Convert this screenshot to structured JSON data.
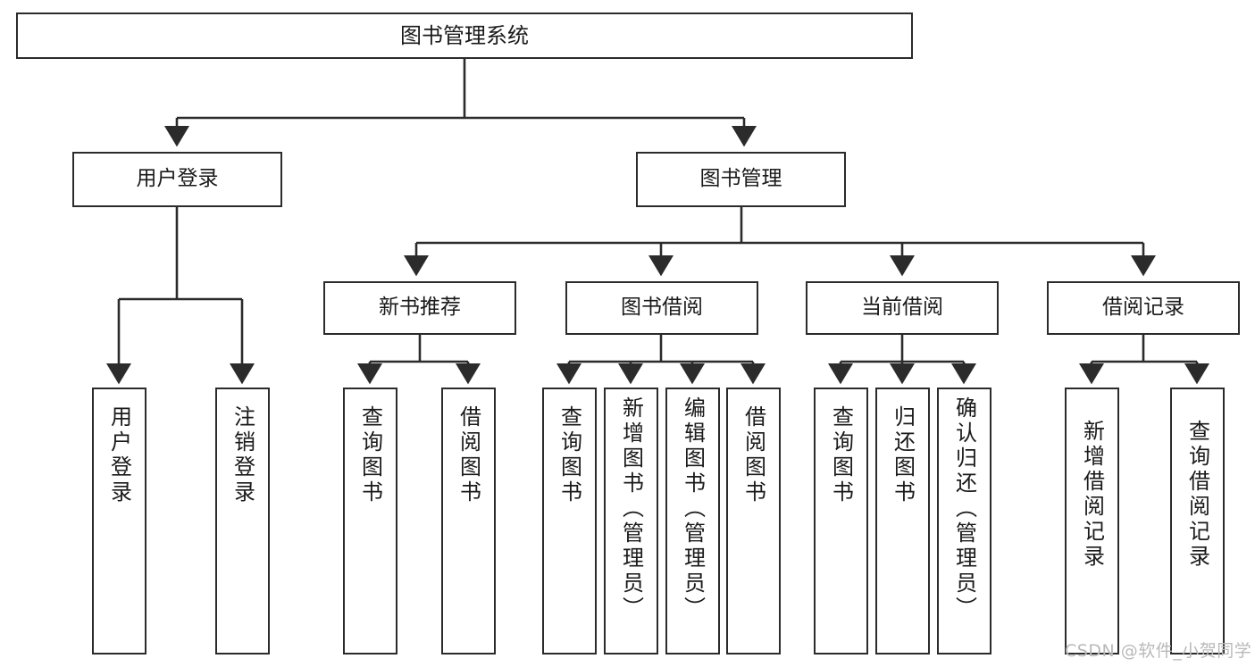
{
  "diagram": {
    "title": "图书管理系统",
    "type": "tree",
    "root": {
      "label": "图书管理系统"
    },
    "level2": [
      {
        "id": "user-login",
        "label": "用户登录"
      },
      {
        "id": "book-manage",
        "label": "图书管理"
      }
    ],
    "level3": [
      {
        "id": "new-book-recommend",
        "label": "新书推荐",
        "parent": "book-manage"
      },
      {
        "id": "book-borrow",
        "label": "图书借阅",
        "parent": "book-manage"
      },
      {
        "id": "current-borrow",
        "label": "当前借阅",
        "parent": "book-manage"
      },
      {
        "id": "borrow-record",
        "label": "借阅记录",
        "parent": "book-manage"
      }
    ],
    "leaves": [
      {
        "id": "leaf-user-login",
        "label": "用户登录",
        "parent": "user-login"
      },
      {
        "id": "leaf-user-logout",
        "label": "注销登录",
        "parent": "user-login"
      },
      {
        "id": "leaf-query-book-1",
        "label": "查询图书",
        "parent": "new-book-recommend"
      },
      {
        "id": "leaf-borrow-book-1",
        "label": "借阅图书",
        "parent": "new-book-recommend"
      },
      {
        "id": "leaf-query-book-2",
        "label": "查询图书",
        "parent": "book-borrow"
      },
      {
        "id": "leaf-add-book",
        "label": "新增图书（管理员）",
        "parent": "book-borrow"
      },
      {
        "id": "leaf-edit-book",
        "label": "编辑图书（管理员）",
        "parent": "book-borrow"
      },
      {
        "id": "leaf-borrow-book-2",
        "label": "借阅图书",
        "parent": "book-borrow"
      },
      {
        "id": "leaf-query-book-3",
        "label": "查询图书",
        "parent": "current-borrow"
      },
      {
        "id": "leaf-return-book",
        "label": "归还图书",
        "parent": "current-borrow"
      },
      {
        "id": "leaf-confirm-return",
        "label": "确认归还（管理员）",
        "parent": "current-borrow"
      },
      {
        "id": "leaf-add-record",
        "label": "新增借阅记录",
        "parent": "borrow-record"
      },
      {
        "id": "leaf-query-record",
        "label": "查询借阅记录",
        "parent": "borrow-record"
      }
    ],
    "colors": {
      "stroke": "#2b2b2b",
      "fill": "#ffffff",
      "text": "#1a1a1a",
      "watermark": "#b9b9b9"
    }
  },
  "watermark": {
    "text": "CSDN @软件_小贺同学"
  }
}
